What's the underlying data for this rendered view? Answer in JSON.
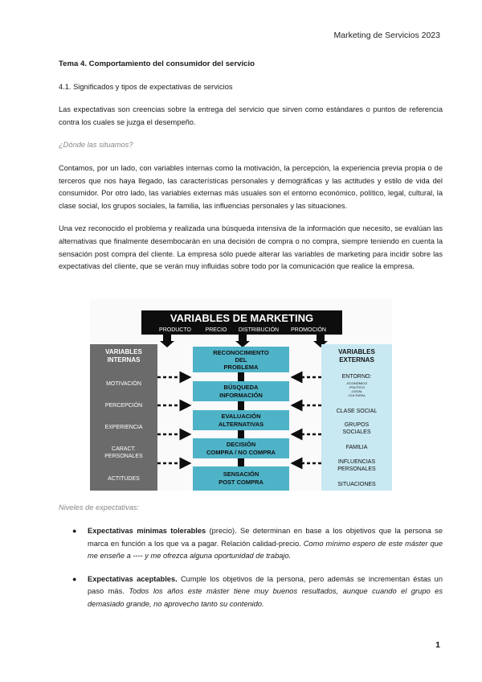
{
  "header": {
    "title": "Marketing de Servicios 2023"
  },
  "doc": {
    "topic": "Tema 4. Comportamiento del consumidor del servicio",
    "section": "4.1. Significados y tipos de expectativas de servicios",
    "p1": "Las expectativas son creencias sobre la entrega del servicio que sirven como estándares o puntos de referencia contra los cuales se juzga el desempeño.",
    "question": "¿Dónde las situamos?",
    "p2": "Contamos, por un lado, con variables internas como la motivación, la percepción, la experiencia previa propia o de terceros que nos haya llegado, las características personales y demográficas y las actitudes y estilo de vida del consumidor. Por otro lado, las variables externas más usuales son el entorno económico, político, legal, cultural, la clase social, los grupos sociales, la familia, las influencias personales y las situaciones.",
    "p3": "Una vez reconocido el problema y realizada una búsqueda intensiva de la información que necesito, se evalúan las alternativas que finalmente desembocarán en una decisión de compra o no compra, siempre teniendo en cuenta la sensación post compra del cliente. La empresa sólo puede alterar las variables de marketing para incidir sobre las expectativas del cliente, que se verán muy influidas sobre todo por la comunicación que realice la empresa.",
    "levels": "Niveles de expectativas:"
  },
  "figure": {
    "title": "VARIABLES DE MARKETING",
    "mix": [
      "PRODUCTO",
      "PRECIO",
      "DISTRIBUCIÓN",
      "PROMOCIÓN"
    ],
    "internas_title": [
      "VARIABLES",
      "INTERNAS"
    ],
    "internas": [
      "MOTIVACIÓN",
      "PERCEPCIÓN",
      "EXPERIENCIA",
      "CARACT.",
      "PERSONALES",
      "ACTITUDES"
    ],
    "externas_title": [
      "VARIABLES",
      "EXTERNAS"
    ],
    "entorno": "ENTORNO:",
    "entorno_items": [
      "-ECONÓMICO",
      "-POLÍTICO",
      "-LEGAL",
      "-CULTURAL"
    ],
    "externas": [
      "CLASE SOCIAL",
      "GRUPOS",
      "SOCIALES",
      "FAMILIA",
      "INFLUENCIAS",
      "PERSONALES",
      "SITUACIONES"
    ],
    "steps": [
      [
        "RECONOCIMIENTO",
        "DEL",
        "PROBLEMA"
      ],
      [
        "BÚSQUEDA",
        "INFORMACIÓN"
      ],
      [
        "EVALUACIÓN",
        "ALTERNATIVAS"
      ],
      [
        "DECISIÓN",
        "COMPRA / NO COMPRA"
      ],
      [
        "SENSACIÓN",
        "POST COMPRA"
      ]
    ],
    "colors": {
      "dark": "#6b6b6b",
      "cyan": "#4fb3c8",
      "lightblue": "#c8e8f2",
      "black": "#0d0d0d"
    }
  },
  "list": [
    {
      "bold": "Expectativas mínimas tolerables",
      "normal": " (precio). Se determinan en base a los objetivos que la persona se marca en función a los que va a pagar. Relación calidad-precio. ",
      "italic": "Como mínimo espero de este máster que me enseñe a ---- y me ofrezca alguna oportunidad de trabajo."
    },
    {
      "bold": "Expectativas aceptables.",
      "normal": " Cumple los objetivos de la persona, pero además se incrementan éstas un paso más. ",
      "italic": "Todos los años este máster tiene muy buenos resultados, aunque cuando el grupo es demasiado grande, no aprovecho tanto su contenido."
    }
  ],
  "footer": {
    "page": "1"
  }
}
